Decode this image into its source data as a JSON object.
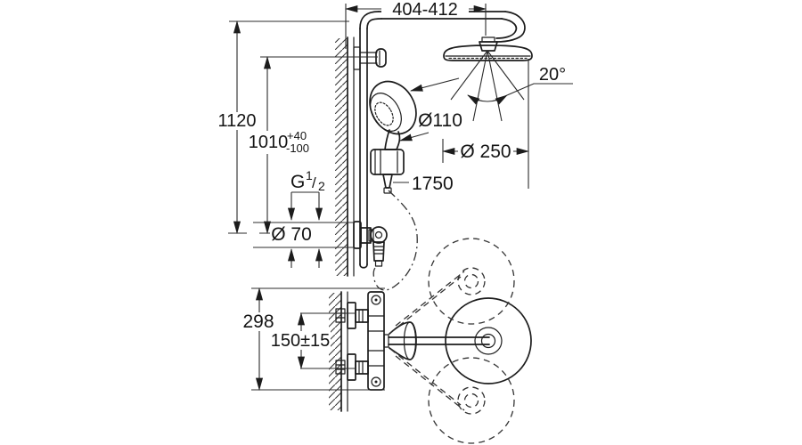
{
  "diagram": {
    "labels": {
      "arm_reach": "404-412",
      "rail_height": "1120",
      "outlet_height": "1010",
      "outlet_height_tol_plus": "+40",
      "outlet_height_tol_minus": "-100",
      "thread_letter": "G",
      "thread_numerator": "1",
      "thread_slash": "/",
      "thread_denominator": "2",
      "escutcheon_diameter": "Ø 70",
      "hose_length": "1750",
      "hand_shower_diameter": "Ø110",
      "head_shower_diameter": "Ø 250",
      "head_tilt_angle": "20°",
      "mixer_height": "298",
      "supply_center_distance": "150±15"
    },
    "colors": {
      "line": "#1c1c1c",
      "background": "#ffffff"
    }
  }
}
